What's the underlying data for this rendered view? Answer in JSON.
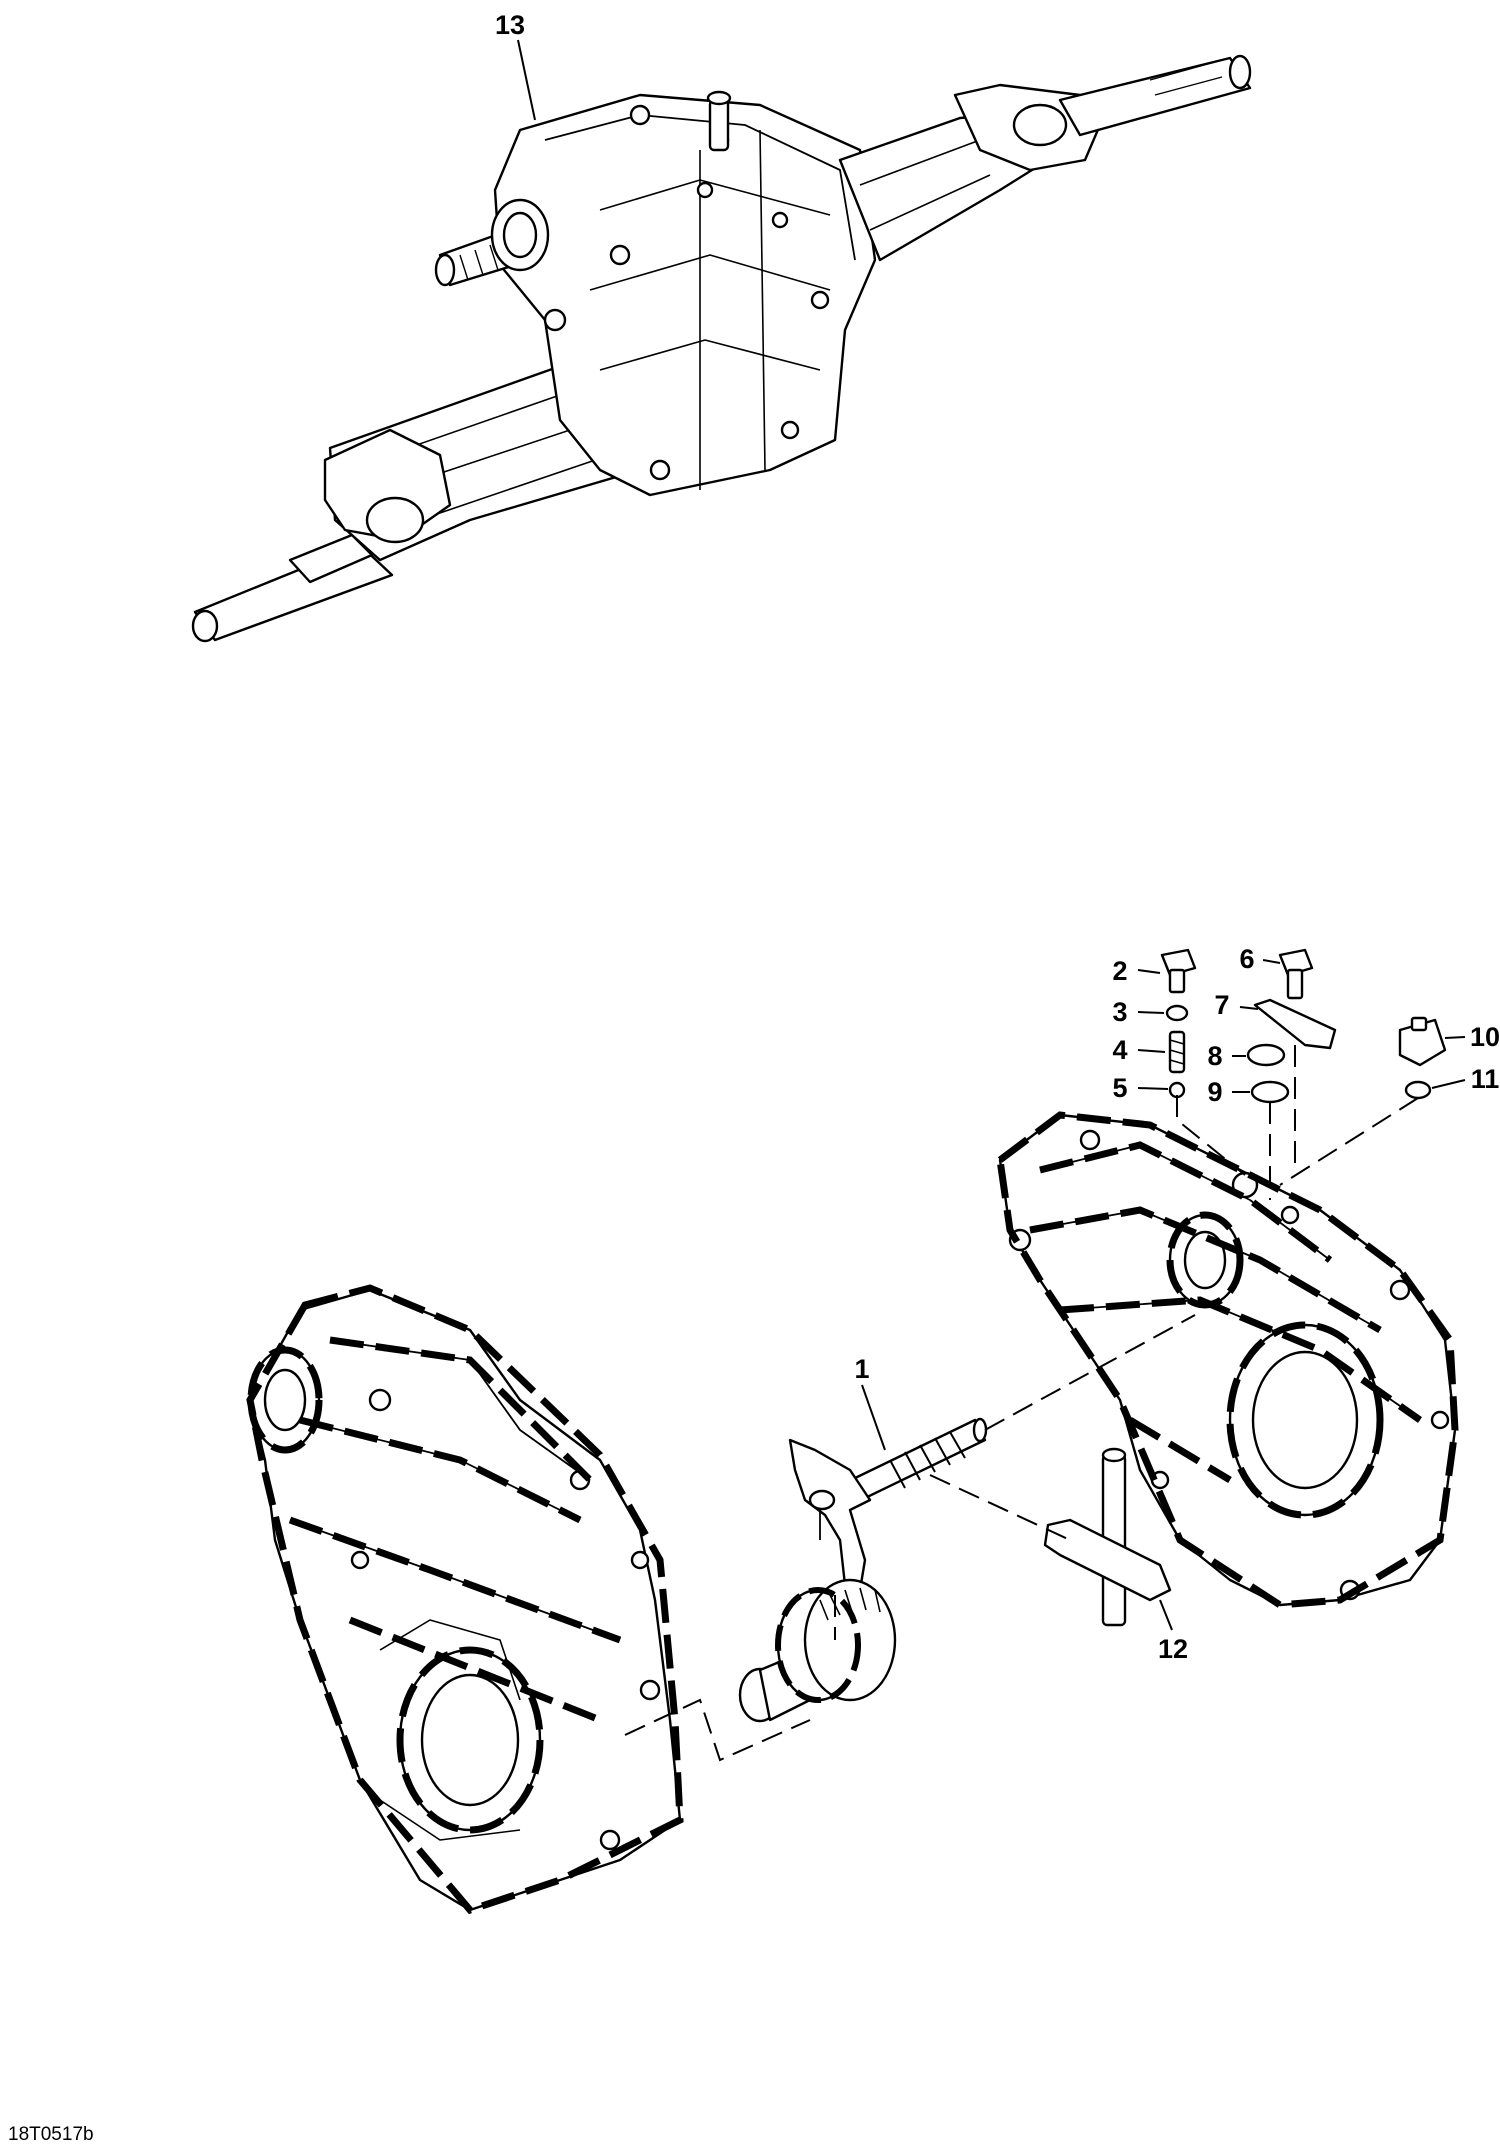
{
  "diagram": {
    "figure_code": "18T0517b",
    "callouts": [
      "1",
      "2",
      "3",
      "4",
      "5",
      "6",
      "7",
      "8",
      "9",
      "10",
      "11",
      "12",
      "13"
    ],
    "colors": {
      "ink": "#000000",
      "paper": "#ffffff",
      "dash": "#000000"
    }
  }
}
